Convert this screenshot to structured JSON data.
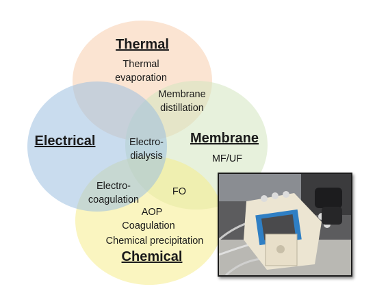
{
  "categories": {
    "thermal": "Thermal",
    "electrical": "Electrical",
    "membrane": "Membrane",
    "chemical": "Chemical"
  },
  "items": {
    "thermal_evaporation": [
      "Thermal",
      "evaporation"
    ],
    "membrane_distillation": [
      "Membrane",
      "distillation"
    ],
    "electrodialysis": [
      "Electro-",
      "dialysis"
    ],
    "mf_uf": "MF/UF",
    "electrocoagulation": [
      "Electro-",
      "coagulation"
    ],
    "fo": "FO",
    "aop": "AOP",
    "coagulation": "Coagulation",
    "chemical_precipitation": "Chemical precipitation"
  },
  "colors": {
    "thermal_circle": "#f7c9a6",
    "electrical_circle": "#9dbfe0",
    "membrane_circle": "#d3e6c0",
    "chemical_circle": "#f5ec8c"
  },
  "photo_icon": "peristaltic-pump-photo"
}
